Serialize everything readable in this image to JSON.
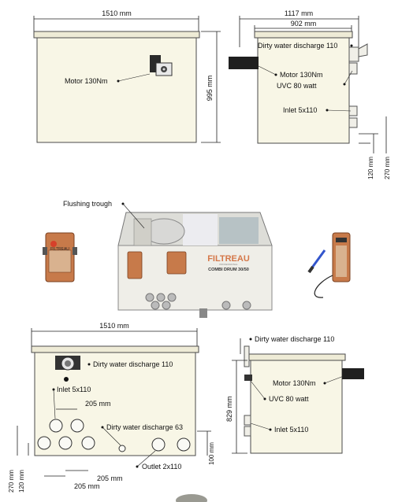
{
  "top_left": {
    "width_dim": "1510 mm",
    "height_dim": "995 mm",
    "motor_label": "Motor 130Nm"
  },
  "top_right": {
    "outer_width_dim": "1117 mm",
    "inner_width_dim": "902 mm",
    "dirty_discharge_label": "Dirty water discharge 110",
    "motor_label": "Motor 130Nm",
    "uvc_label": "UVC 80 watt",
    "inlet_label": "Inlet 5x110",
    "dim_120": "120 mm",
    "dim_270": "270 mm"
  },
  "middle": {
    "flushing_trough_label": "Flushing trough",
    "brand": "FILTREAU",
    "brand_sub": "PROFESSIONAL",
    "model": "COMBI DRUM 30/50",
    "remote_brand": "FILTREAU"
  },
  "bottom_left": {
    "width_dim": "1510 mm",
    "dirty_discharge_110_label": "Dirty water discharge 110",
    "inlet_label": "Inlet 5x110",
    "dim_205_top": "205 mm",
    "dirty_discharge_63_label": "Dirty water discharge 63",
    "dim_100": "100 mm",
    "outlet_label": "Outlet 2x110",
    "dim_205_bottom_right": "205 mm",
    "dim_205_bottom": "205 mm",
    "dim_270": "270 mm",
    "dim_120": "120 mm"
  },
  "bottom_right": {
    "dirty_discharge_label": "Dirty water discharge 110",
    "height_dim": "829 mm",
    "motor_label": "Motor 130Nm",
    "uvc_label": "UVC 80 watt",
    "inlet_label": "Inlet 5x110"
  }
}
